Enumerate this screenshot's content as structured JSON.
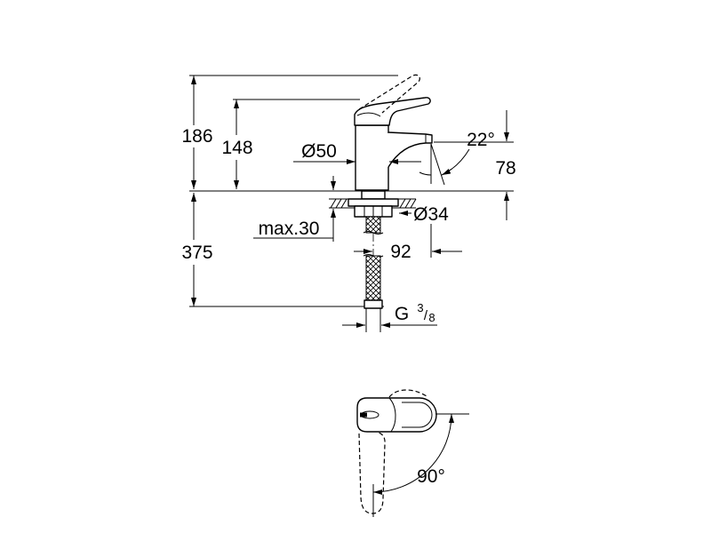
{
  "colors": {
    "line": "#000000",
    "background": "#ffffff"
  },
  "front_view": {
    "dim_186": "186",
    "dim_148": "148",
    "dim_diameter_50": "Ø50",
    "dim_angle_22": "22°",
    "dim_78": "78",
    "dim_diameter_34": "Ø34",
    "dim_max_30": "max.30",
    "dim_375": "375",
    "dim_92": "92",
    "thread": {
      "letter": "G",
      "numerator": "3",
      "separator": "/",
      "denominator": "8"
    }
  },
  "top_view": {
    "dim_angle_90": "90°"
  }
}
